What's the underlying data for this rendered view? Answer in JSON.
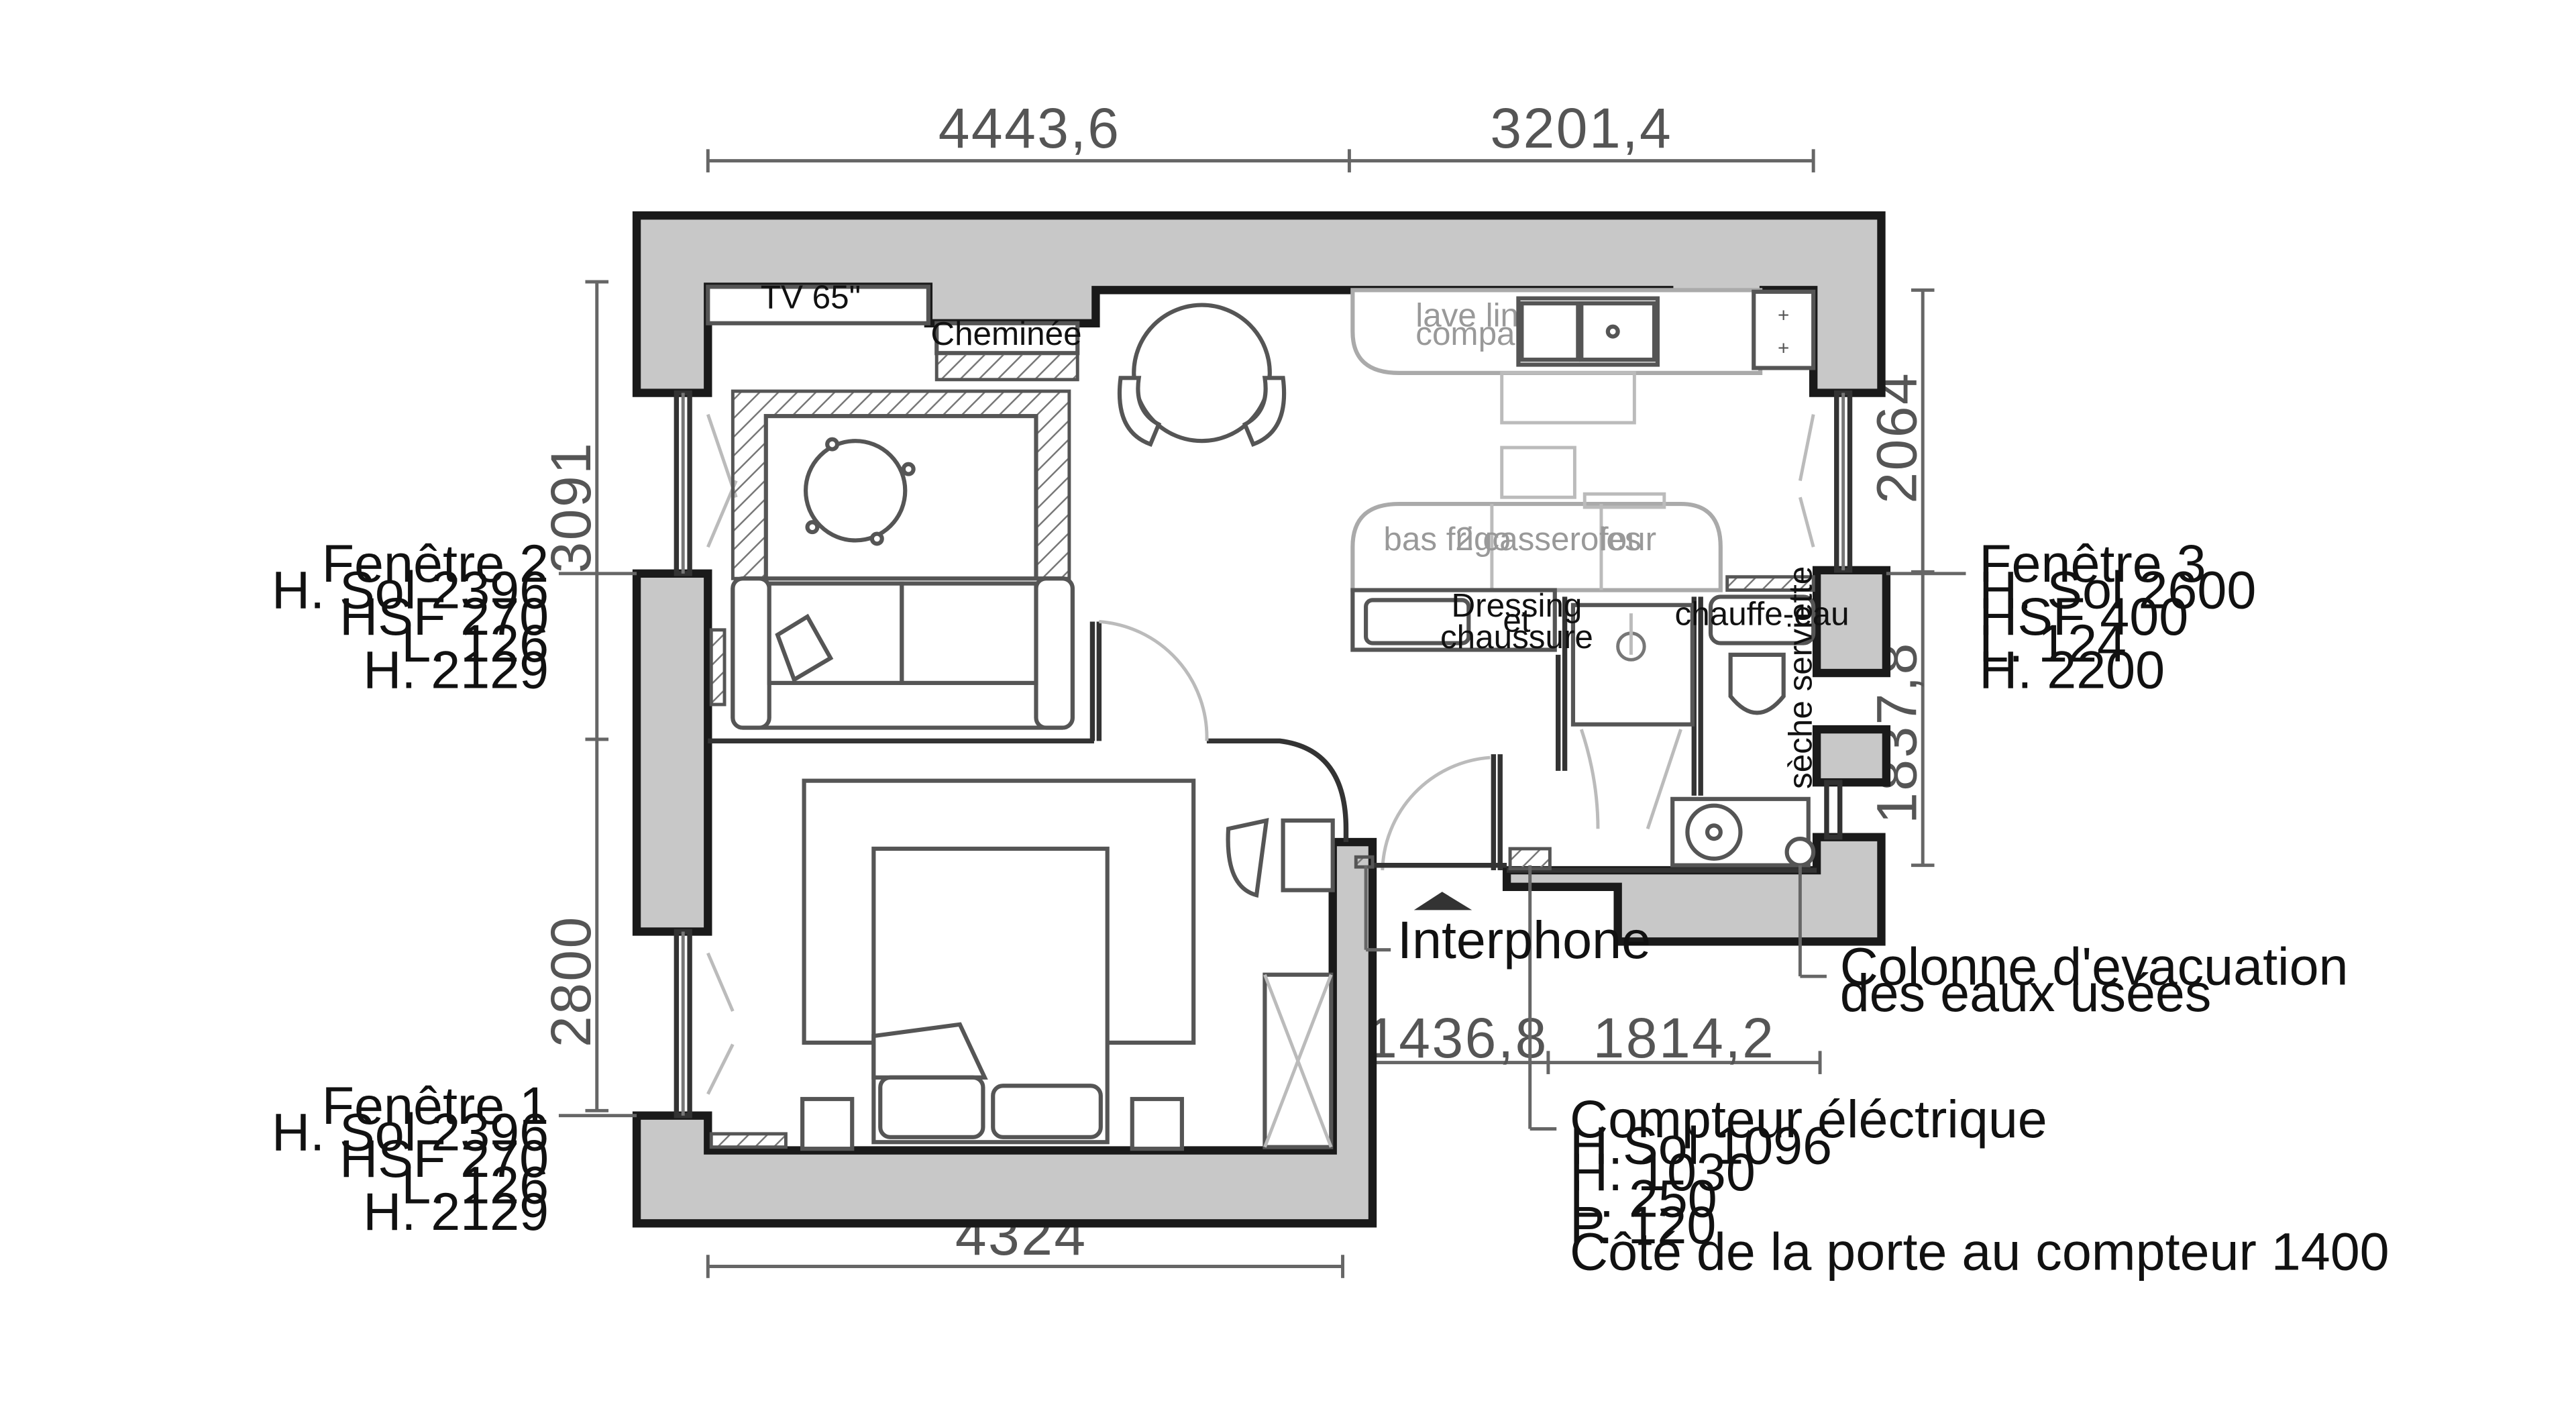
{
  "dimensions": {
    "top_left": "4443,6",
    "top_right": "3201,4",
    "bottom": "4324",
    "left_upper": "3091",
    "left_lower": "2800",
    "right_upper": "2064",
    "right_lower": "1837,8",
    "inner_left": "1436,8",
    "inner_right": "1814,2"
  },
  "fixtures": {
    "tv": "TV 65\"",
    "fireplace": "Cheminée",
    "washer_line1": "lave linge",
    "washer_line2": "compact",
    "fridge": "bas frigo",
    "pans": "2 casseroles",
    "oven": "four",
    "dressing_line1": "Dressing",
    "dressing_line2": "et",
    "dressing_line3": "chaussure",
    "water_heater": "chauffe-eau",
    "towel_dryer": "sèche serviette"
  },
  "windows": {
    "w2": [
      "Fenêtre 2",
      "H. Sol 2396",
      "HSF 270",
      "L. 126",
      "H. 2129"
    ],
    "w1": [
      "Fenêtre 1",
      "H. Sol 2396",
      "HSF 270",
      "L. 126",
      "H. 2129"
    ],
    "w3": [
      "Fenêtre 3",
      "H. Sol 2600",
      "HSF 400",
      "L. 124",
      "H. 2200"
    ]
  },
  "callouts": {
    "interphone": "Interphone",
    "column_line1": "Colonne d'evacuation",
    "column_line2": "des eaux usées",
    "meter": [
      "Compteur éléctrique",
      "H.Sol 1096",
      "H. 1030",
      "L. 250",
      "P. 120",
      "Côté de la porte au compteur 1400"
    ]
  }
}
